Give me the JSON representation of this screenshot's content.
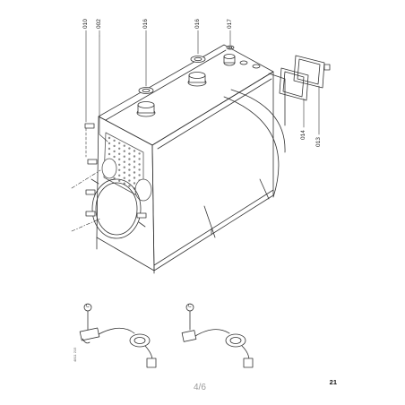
{
  "callouts": {
    "c010": "010",
    "c002": "002",
    "c016a": "016",
    "c016b": "016",
    "c017": "017",
    "c014": "014",
    "c013": "013",
    "harness1": "C",
    "harness2": "C"
  },
  "footer": {
    "sheet_index": "4/6",
    "page_number": "21",
    "reference_code": "4811 215"
  },
  "colors": {
    "line": "#333333",
    "hatch": "#888888"
  }
}
